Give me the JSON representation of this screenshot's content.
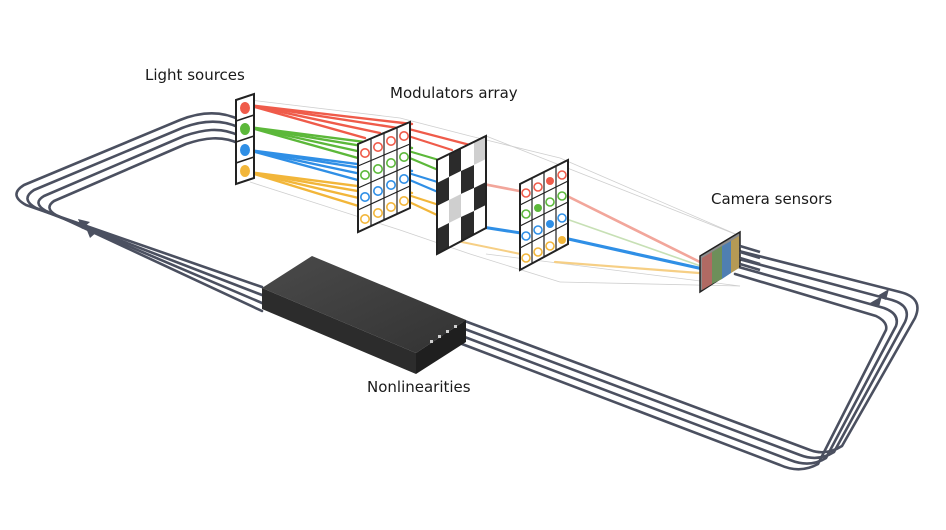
{
  "labels": {
    "light_sources": "Light sources",
    "modulators_array": "Modulators array",
    "camera_sensors": "Camera sensors",
    "nonlinearities": "Nonlinearities"
  },
  "colors": {
    "red": "#ef5b4a",
    "green": "#5cb83a",
    "blue": "#2f8fe6",
    "yellow": "#f2b63a",
    "fiber": "#4a4f5c",
    "box": "#3a3a3a",
    "panel_frame": "#222222"
  }
}
